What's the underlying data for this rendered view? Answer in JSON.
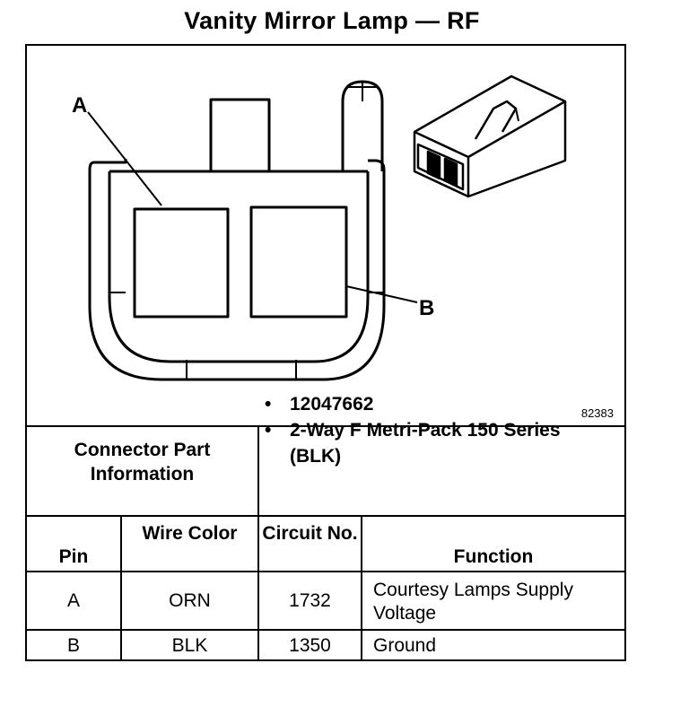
{
  "title": "Vanity Mirror Lamp — RF",
  "diagram": {
    "label_a": "A",
    "label_b": "B",
    "figure_number": "82383"
  },
  "connector_info": {
    "label": "Connector Part Information",
    "items": [
      "12047662",
      "2-Way F Metri-Pack 150 Series (BLK)"
    ]
  },
  "table": {
    "headers": {
      "pin": "Pin",
      "wire_color": "Wire Color",
      "circuit_no": "Circuit No.",
      "function": "Function"
    },
    "rows": [
      {
        "pin": "A",
        "wire_color": "ORN",
        "circuit_no": "1732",
        "function": "Courtesy Lamps Supply Voltage"
      },
      {
        "pin": "B",
        "wire_color": "BLK",
        "circuit_no": "1350",
        "function": "Ground"
      }
    ]
  }
}
